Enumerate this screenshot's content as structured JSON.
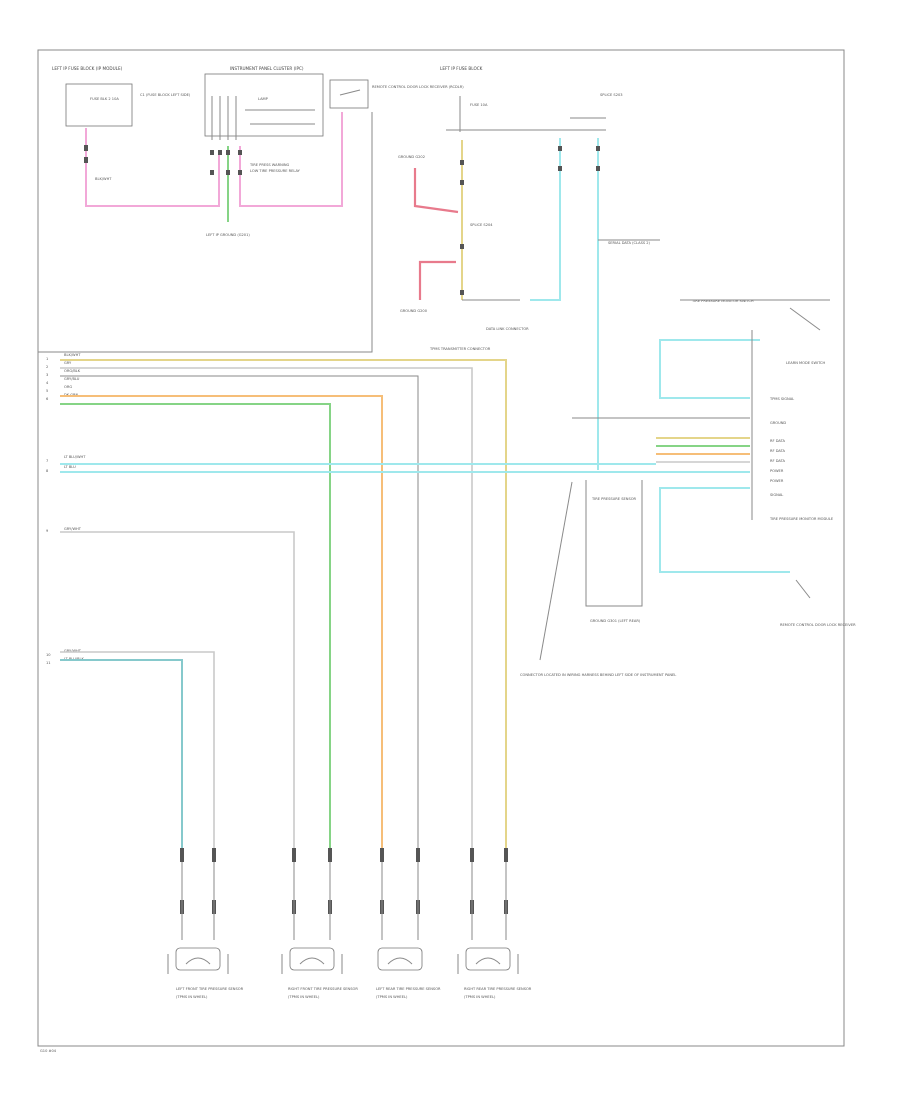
{
  "diagram": {
    "footer_code": "G10 #04",
    "components": {
      "left_fuse_block": {
        "title": "LEFT IP FUSE BLOCK (IP MODULE)",
        "inner": "FUSE BLK 2 10A",
        "note": "C1 (FUSE BLOCK LEFT SIDE)"
      },
      "instrument_cluster": {
        "title": "INSTRUMENT PANEL CLUSTER (IPC)",
        "lamp": "LAMP",
        "indicator": "TIRE PRESS WARNING",
        "relay": "LOW TIRE PRESSURE RELAY"
      },
      "right_relay": {
        "title": "REMOTE CONTROL DOOR LOCK RECEIVER (RCDLR)"
      },
      "left_ip_ground": {
        "title": "LEFT IP GROUND (G201)"
      },
      "fuse_mid": {
        "title": "LEFT IP FUSE BLOCK",
        "fuse": "FUSE 10A"
      },
      "tpms_module": {
        "title": "TIRE PRESSURE MONITOR MODULE"
      },
      "splice_upper": {
        "title": "SPLICE S203"
      },
      "splice_lower": {
        "title": "SPLICE S204"
      },
      "ground_mid": {
        "title": "GROUND G200"
      },
      "ground_upper": {
        "title": "GROUND G202"
      },
      "data_link": {
        "title": "DATA LINK CONNECTOR"
      },
      "serial_data": {
        "title": "SERIAL DATA (CLASS 2)"
      },
      "tpms_buttons": {
        "title": "TIRE PRESSURE MONITOR SWITCH"
      },
      "tpms_switch_label": {
        "title": "LEARN MODE SWITCH"
      },
      "tpms_connector_pins": [
        "TPMS SIGNAL",
        "GROUND",
        "RF DATA",
        "RF DATA",
        "RF DATA",
        "POWER",
        "POWER",
        "SIGNAL"
      ],
      "remote_receiver": {
        "title": "REMOTE CONTROL DOOR LOCK RECEIVER"
      },
      "low_ground": {
        "title": "GROUND G301 (LEFT REAR)"
      },
      "power_sensor": {
        "title": "TIRE PRESSURE SENSOR"
      },
      "harness_note": {
        "title": "CONNECTOR LOCATED IN WIRING HARNESS BEHIND LEFT SIDE OF INSTRUMENT PANEL"
      },
      "right_module_bottom": {
        "title": "TPMS TRANSMITTER CONNECTOR"
      }
    },
    "wire_labels": [
      "BLK/WHT",
      "GRY",
      "ORG/BLK",
      "GRY/BLU",
      "ORG",
      "DK GRN",
      "LT BLU/WHT",
      "LT BLU",
      "GRY/WHT",
      "GRY/WHT",
      "LT BLU/BLK"
    ],
    "row_numbers": [
      "1",
      "2",
      "3",
      "4",
      "5",
      "6",
      "7",
      "8",
      "9",
      "10",
      "11"
    ],
    "sensors": [
      {
        "name": "LEFT FRONT TIRE PRESSURE SENSOR",
        "note": "(TPMS IN WHEEL)"
      },
      {
        "name": "RIGHT FRONT TIRE PRESSURE SENSOR",
        "note": "(TPMS IN WHEEL)"
      },
      {
        "name": "LEFT REAR TIRE PRESSURE SENSOR",
        "note": "(TPMS IN WHEEL)"
      },
      {
        "name": "RIGHT REAR TIRE PRESSURE SENSOR",
        "note": "(TPMS IN WHEEL)"
      }
    ],
    "colors": {
      "pink": "#f2a8d8",
      "red": "#e87a8c",
      "cyan": "#9fe8ec",
      "green": "#86d486",
      "orange": "#f6be78",
      "yellow": "#e4d58a",
      "gray": "#c9c9c9",
      "frame": "#888888"
    }
  }
}
